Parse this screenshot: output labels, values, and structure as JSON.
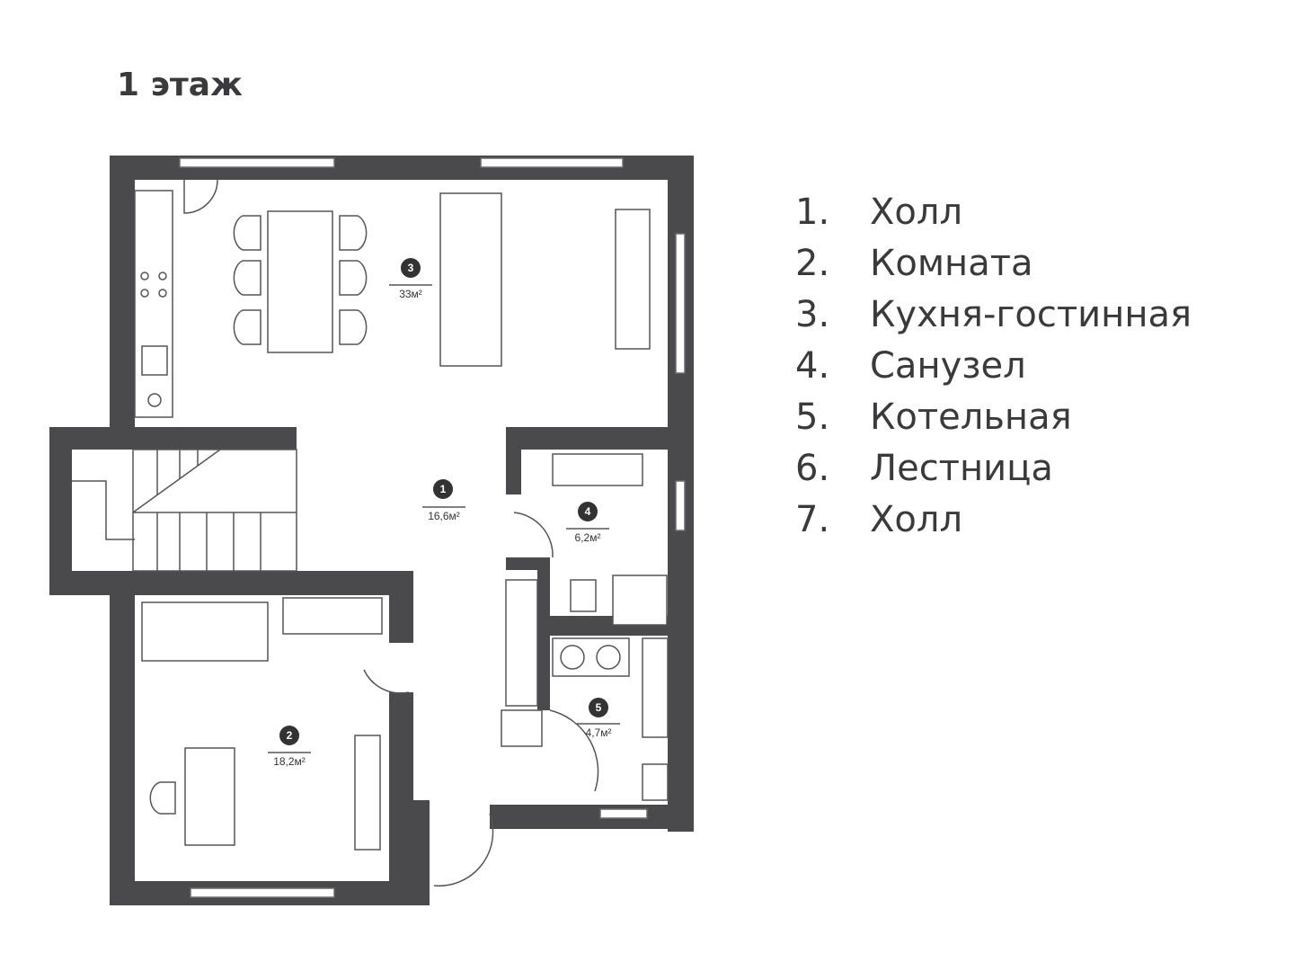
{
  "title": "1 этаж",
  "colors": {
    "wall": "#4a4a4d",
    "text": "#3a3a3c"
  },
  "rooms": [
    {
      "num": "1",
      "area": "16,6м²"
    },
    {
      "num": "2",
      "area": "18,2м²"
    },
    {
      "num": "3",
      "area": "33м²"
    },
    {
      "num": "4",
      "area": "6,2м²"
    },
    {
      "num": "5",
      "area": "4,7м²"
    }
  ],
  "legend": [
    {
      "num": "1.",
      "label": "Холл"
    },
    {
      "num": "2.",
      "label": "Комната"
    },
    {
      "num": "3.",
      "label": "Кухня-гостинная"
    },
    {
      "num": "4.",
      "label": "Санузел"
    },
    {
      "num": "5.",
      "label": "Котельная"
    },
    {
      "num": "6.",
      "label": "Лестница"
    },
    {
      "num": "7.",
      "label": "Холл"
    }
  ]
}
